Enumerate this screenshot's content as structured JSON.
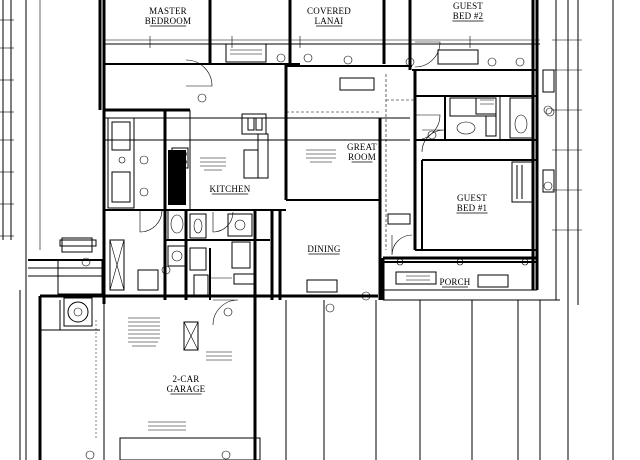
{
  "title": "",
  "rooms": [
    {
      "key": "master",
      "lines": [
        "MASTER",
        "BEDROOM"
      ]
    },
    {
      "key": "lanai",
      "lines": [
        "COVERED",
        "LANAI"
      ]
    },
    {
      "key": "bed2",
      "lines": [
        "GUEST",
        "BED #2"
      ]
    },
    {
      "key": "great",
      "lines": [
        "GREAT",
        "ROOM"
      ]
    },
    {
      "key": "kitchen",
      "lines": [
        "KITCHEN"
      ]
    },
    {
      "key": "bed1",
      "lines": [
        "GUEST",
        "BED #1"
      ]
    },
    {
      "key": "dining",
      "lines": [
        "DINING"
      ]
    },
    {
      "key": "porch",
      "lines": [
        "PORCH"
      ]
    },
    {
      "key": "garage",
      "lines": [
        "2-CAR",
        "GARAGE"
      ]
    }
  ],
  "colors": {
    "line": "#000000",
    "paper": "#ffffff"
  }
}
